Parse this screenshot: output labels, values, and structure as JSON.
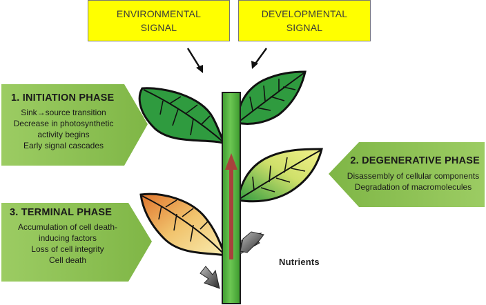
{
  "signals": {
    "environmental": "ENVIRONMENTAL\nSIGNAL",
    "developmental": "DEVELOPMENTAL\nSIGNAL"
  },
  "phases": [
    {
      "title": "1. INITIATION PHASE",
      "lines": [
        "Sink→source transition",
        "Decrease in photosynthetic",
        "activity begins",
        "Early signal cascades"
      ]
    },
    {
      "title": "2. DEGENERATIVE PHASE",
      "lines": [
        "Disassembly of cellular components",
        "Degradation of macromolecules"
      ]
    },
    {
      "title": "3. TERMINAL PHASE",
      "lines": [
        "Accumulation of cell death-",
        "inducing factors",
        "Loss of cell integrity",
        "Cell death"
      ]
    }
  ],
  "nutrients_label": "Nutrients",
  "colors": {
    "signal_box": "#ffff00",
    "phase_panel": "#8cbf52",
    "stem": "#5cb844",
    "leaf_green": "#2f9b3f",
    "transport_arrow": "#a8423c"
  }
}
